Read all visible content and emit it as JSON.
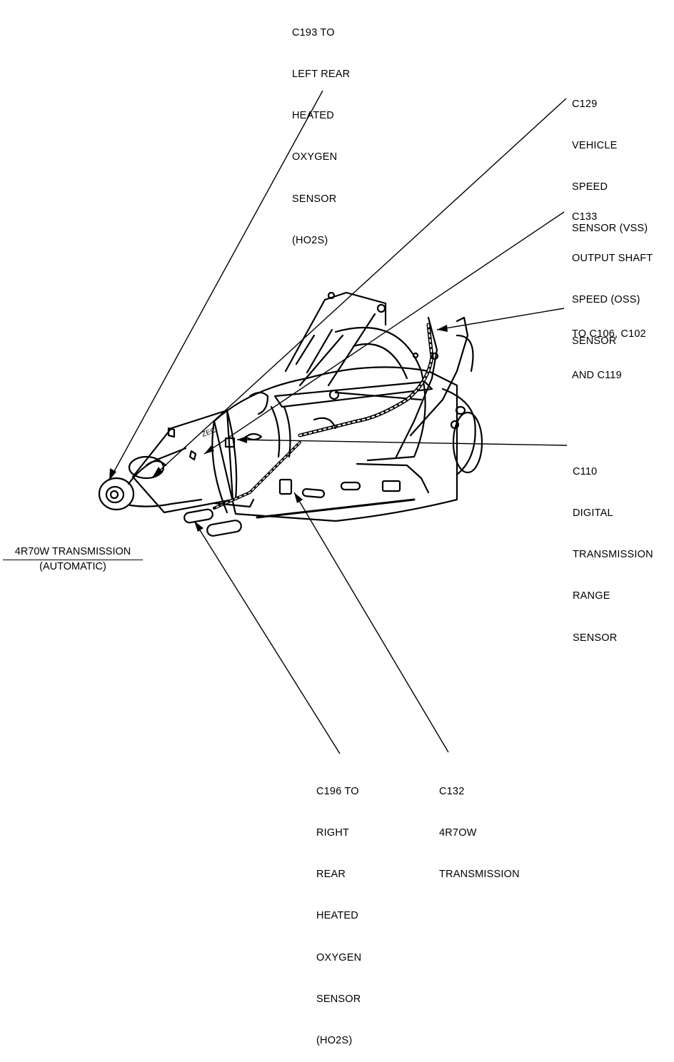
{
  "caption": {
    "title": "4R70W TRANSMISSION",
    "subtitle": "(AUTOMATIC)"
  },
  "callouts": {
    "c193": [
      "C193 TO",
      "LEFT REAR",
      "HEATED",
      "OXYGEN",
      "SENSOR",
      "(HO2S)"
    ],
    "c129": [
      "C129",
      "VEHICLE",
      "SPEED",
      "SENSOR (VSS)"
    ],
    "c133": [
      "C133",
      "OUTPUT SHAFT",
      "SPEED (OSS)",
      "SENSOR"
    ],
    "c106": [
      "TO C106, C102",
      "AND C119"
    ],
    "c110": [
      "C110",
      "DIGITAL",
      "TRANSMISSION",
      "RANGE",
      "SENSOR"
    ],
    "c196": [
      "C196 TO",
      "RIGHT",
      "REAR",
      "HEATED",
      "OXYGEN",
      "SENSOR",
      "(HO2S)"
    ],
    "c132": [
      "C132",
      "4R7OW",
      "TRANSMISSION"
    ]
  },
  "drawing_marks": {
    "housing_text": "ZEC"
  }
}
